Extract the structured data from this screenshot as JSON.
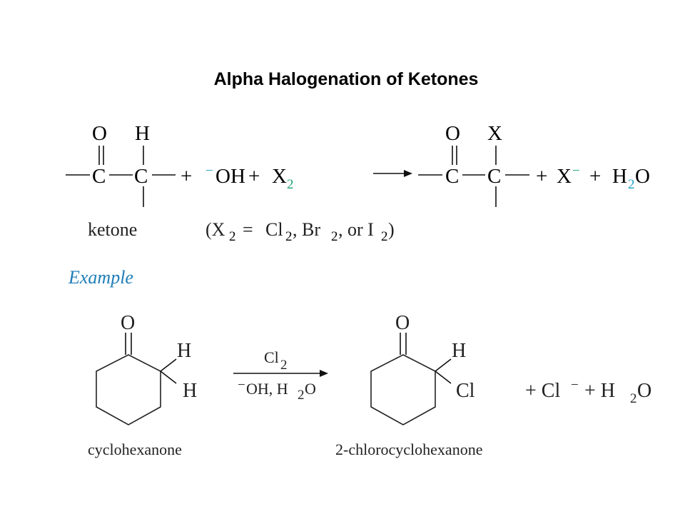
{
  "title": "Alpha Halogenation of Ketones",
  "colors": {
    "green": "#1aa374",
    "cyan": "#1ba1c9",
    "text": "#000000",
    "example": "#1e7db8"
  },
  "general": {
    "oxygen": "O",
    "hydrogen": "H",
    "carbon": "C",
    "hydroxide_charge": "−",
    "hydroxide": "OH",
    "halogen": "X",
    "halogen_count": "2",
    "product_halogen": "X",
    "halide_charge": "−",
    "water_h": "H",
    "water_count": "2",
    "water_o": "O",
    "plus": "+",
    "equals": "=",
    "ketone_label": "ketone",
    "condition_open": "(X",
    "condition_sub": "2",
    "condition_cl": "Cl",
    "condition_cl_sub": "2",
    "condition_br": ", Br",
    "condition_br_sub": "2",
    "condition_i": ", or I",
    "condition_i_sub": "2",
    "condition_close": ")"
  },
  "example": {
    "heading": "Example",
    "reagent_top": "Cl",
    "reagent_top_sub": "2",
    "reagent_bottom_charge": "−",
    "reagent_bottom": "OH, H",
    "reagent_bottom_sub": "2",
    "reagent_bottom_end": "O",
    "reactant_name": "cyclohexanone",
    "product_name": "2-chlorocyclohexanone",
    "oxygen": "O",
    "hydrogen": "H",
    "chlorine": "Cl",
    "byproducts_a": "+ Cl",
    "byproducts_charge": "−",
    "byproducts_b": " + H",
    "byproducts_sub": "2",
    "byproducts_c": "O"
  }
}
